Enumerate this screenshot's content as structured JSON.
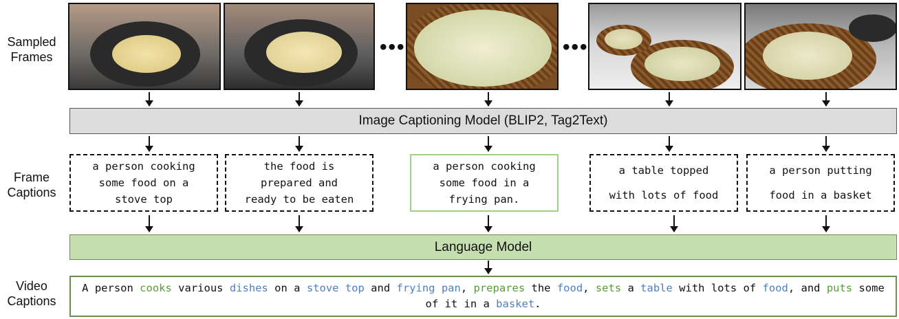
{
  "labels": {
    "sampled": [
      "Sampled",
      "Frames"
    ],
    "frame_captions": [
      "Frame",
      "Captions"
    ],
    "video_captions": [
      "Video",
      "Captions"
    ]
  },
  "ellipsis": "•••",
  "captioning_model": "Image Captioning Model (BLIP2, Tag2Text)",
  "language_model": "Language Model",
  "frame_captions": [
    [
      "a person cooking",
      "some food on a",
      "stove top"
    ],
    [
      "the food is",
      "prepared and",
      "ready to be eaten"
    ],
    [
      "a person cooking",
      "some food in a",
      "frying pan."
    ],
    [
      "a table topped",
      "with lots of food"
    ],
    [
      "a person putting",
      "food in a basket"
    ]
  ],
  "video_caption": {
    "segments": [
      {
        "text": "A person ",
        "kind": "plain"
      },
      {
        "text": "cooks",
        "kind": "verb"
      },
      {
        "text": " various ",
        "kind": "plain"
      },
      {
        "text": "dishes",
        "kind": "noun"
      },
      {
        "text": " on a ",
        "kind": "plain"
      },
      {
        "text": "stove top",
        "kind": "noun"
      },
      {
        "text": " and ",
        "kind": "plain"
      },
      {
        "text": "frying pan",
        "kind": "noun"
      },
      {
        "text": ", ",
        "kind": "plain"
      },
      {
        "text": "prepares",
        "kind": "verb"
      },
      {
        "text": " the ",
        "kind": "plain"
      },
      {
        "text": "food",
        "kind": "noun"
      },
      {
        "text": ", ",
        "kind": "plain"
      },
      {
        "text": "sets",
        "kind": "verb"
      },
      {
        "text": " a ",
        "kind": "plain"
      },
      {
        "text": "table",
        "kind": "noun"
      },
      {
        "text": " with lots of ",
        "kind": "plain"
      },
      {
        "text": "food",
        "kind": "noun"
      },
      {
        "text": ", and ",
        "kind": "plain"
      },
      {
        "text": "puts",
        "kind": "verb"
      },
      {
        "text": " some of it in a ",
        "kind": "plain"
      },
      {
        "text": "basket",
        "kind": "noun"
      },
      {
        "text": ".",
        "kind": "plain"
      }
    ]
  },
  "colors": {
    "verb": "#5a9a3a",
    "noun": "#4f7fbf",
    "highlight_border": "#9fd08a",
    "lm_fill": "#c6dfb0"
  }
}
